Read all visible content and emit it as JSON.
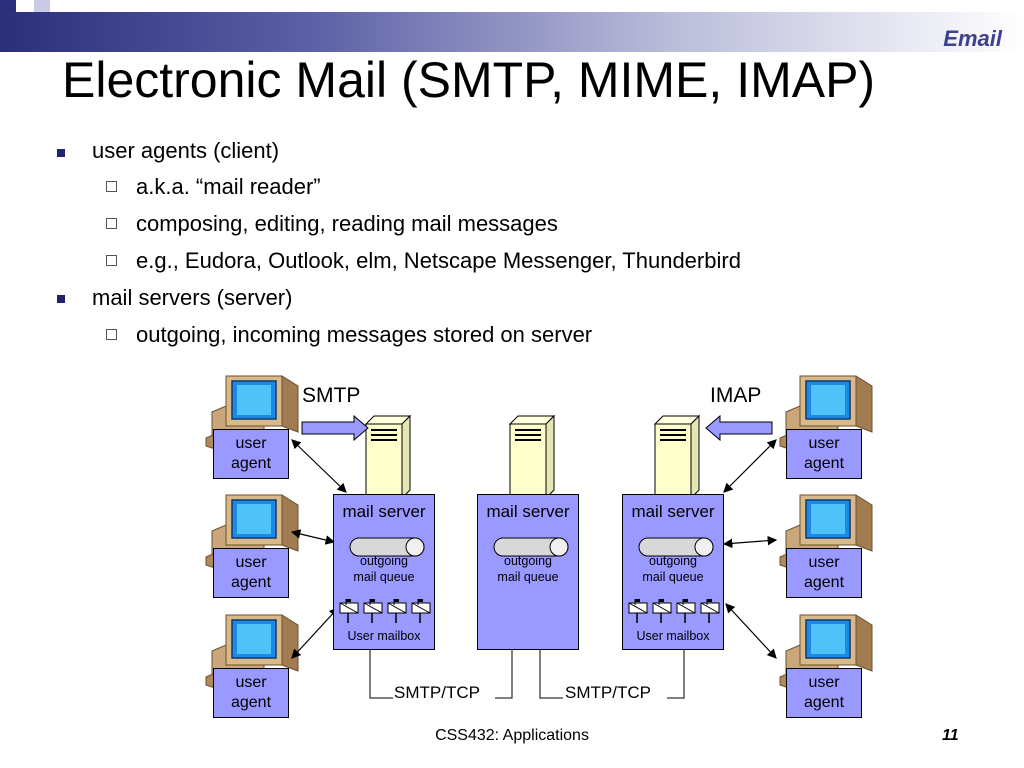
{
  "header": {
    "section_label": "Email",
    "title": "Electronic Mail (SMTP, MIME, IMAP)"
  },
  "bullets": [
    {
      "level": 1,
      "text": "user agents (client)"
    },
    {
      "level": 2,
      "text": "a.k.a. “mail reader”"
    },
    {
      "level": 2,
      "text": "composing, editing, reading mail messages"
    },
    {
      "level": 2,
      "text": "e.g., Eudora, Outlook, elm, Netscape Messenger, Thunderbird"
    },
    {
      "level": 1,
      "text": "mail servers (server)"
    },
    {
      "level": 2,
      "text": "outgoing, incoming messages stored on server"
    }
  ],
  "diagram": {
    "user_agent_label_line1": "user",
    "user_agent_label_line2": "agent",
    "mail_server_label": "mail server",
    "queue_label_line1": "outgoing",
    "queue_label_line2": "mail queue",
    "mailbox_label": "User mailbox",
    "protocol_left": "SMTP",
    "protocol_right": "IMAP",
    "link_left": "SMTP/TCP",
    "link_right": "SMTP/TCP"
  },
  "footer": {
    "course": "CSS432: Applications",
    "slide_number": "11"
  },
  "colors": {
    "accent_navy": "#2b2e7a",
    "box_fill": "#9999ff",
    "server_fill": "#ffffcc"
  }
}
